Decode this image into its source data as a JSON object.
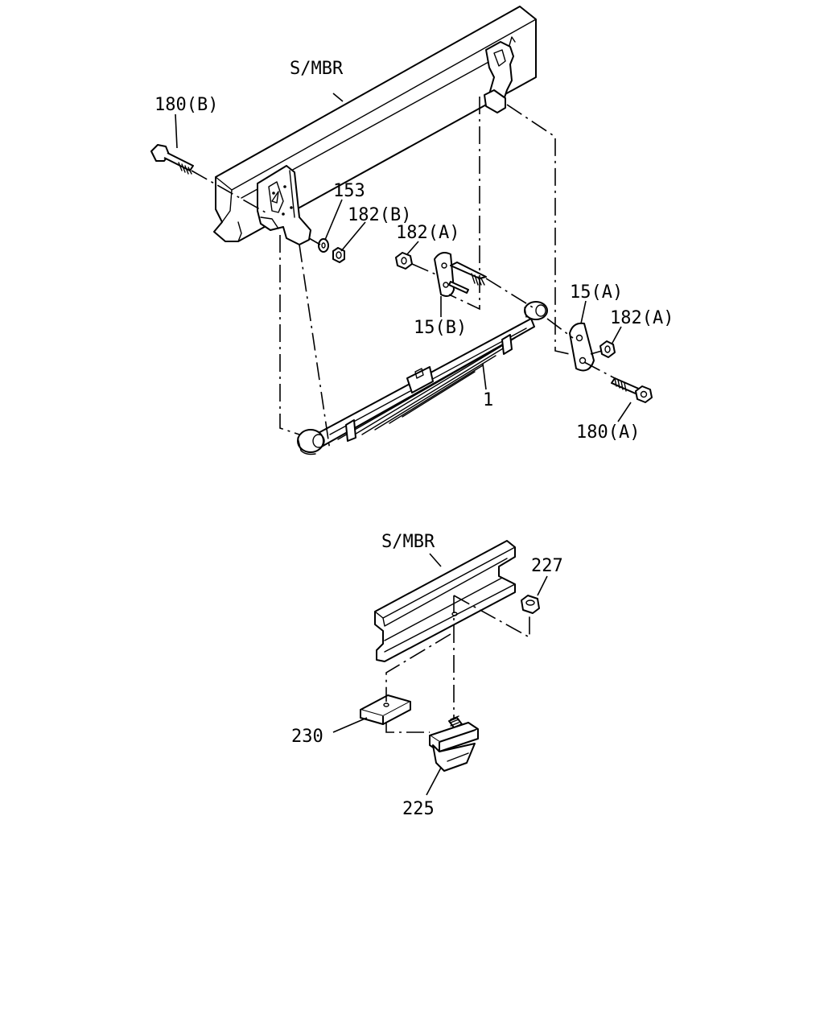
{
  "labels": {
    "frame_top": "S/MBR",
    "p180b": "180(B)",
    "p153": "153",
    "p182b": "182(B)",
    "p182a_left": "182(A)",
    "p15b": "15(B)",
    "p15a": "15(A)",
    "p182a_right": "182(A)",
    "p1": "1",
    "p180a": "180(A)",
    "frame_bottom": "S/MBR",
    "p227": "227",
    "p230": "230",
    "p225": "225"
  }
}
